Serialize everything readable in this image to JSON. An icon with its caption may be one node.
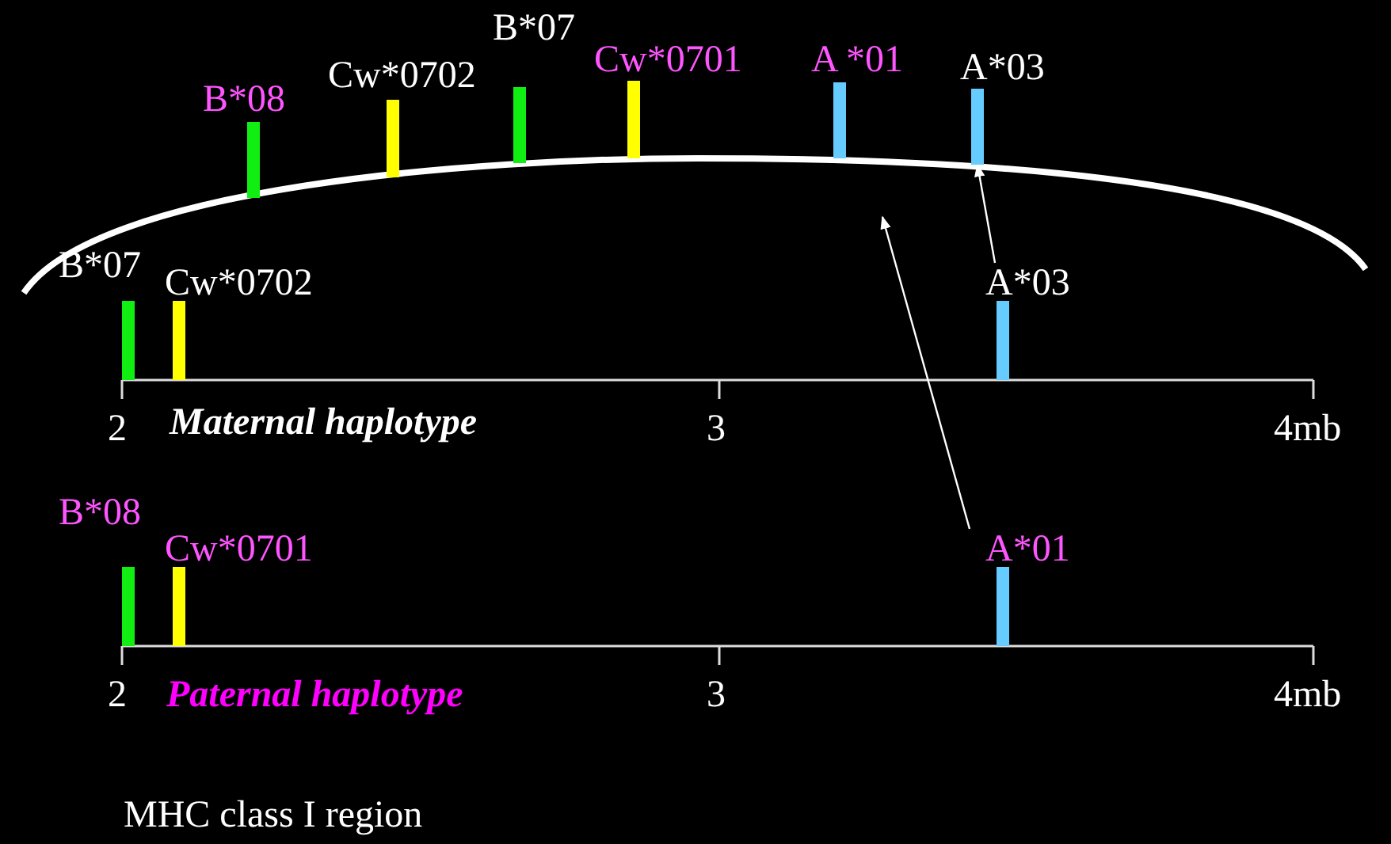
{
  "diagram": {
    "nodes": [
      {
        "text": [
          "B*08"
        ]
      },
      {
        "text": [
          "Cw*0702"
        ]
      },
      {
        "text": [
          "B*07"
        ]
      },
      {
        "text": [
          "Cw*0701"
        ]
      },
      {
        "text": [
          "A *01"
        ]
      },
      {
        "text": [
          "A*03"
        ]
      },
      {
        "text": [
          "B*07"
        ]
      },
      {
        "text": [
          "Cw*0702"
        ]
      },
      {
        "text": [
          "A*03"
        ]
      },
      {
        "text": [
          "B*08"
        ]
      },
      {
        "text": [
          "Cw*0701"
        ]
      },
      {
        "text": [
          "A*01"
        ]
      }
    ],
    "edges": [
      {
        "from": 11,
        "to": null,
        "arrow": "to"
      },
      {
        "from": 8,
        "to": 5,
        "arrow": "to"
      }
    ],
    "labels": [
      "2",
      "3",
      "4mb",
      "Maternal haplotype",
      "2",
      "3",
      "4mb",
      "Paternal haplotype",
      "MHC class I region"
    ]
  }
}
